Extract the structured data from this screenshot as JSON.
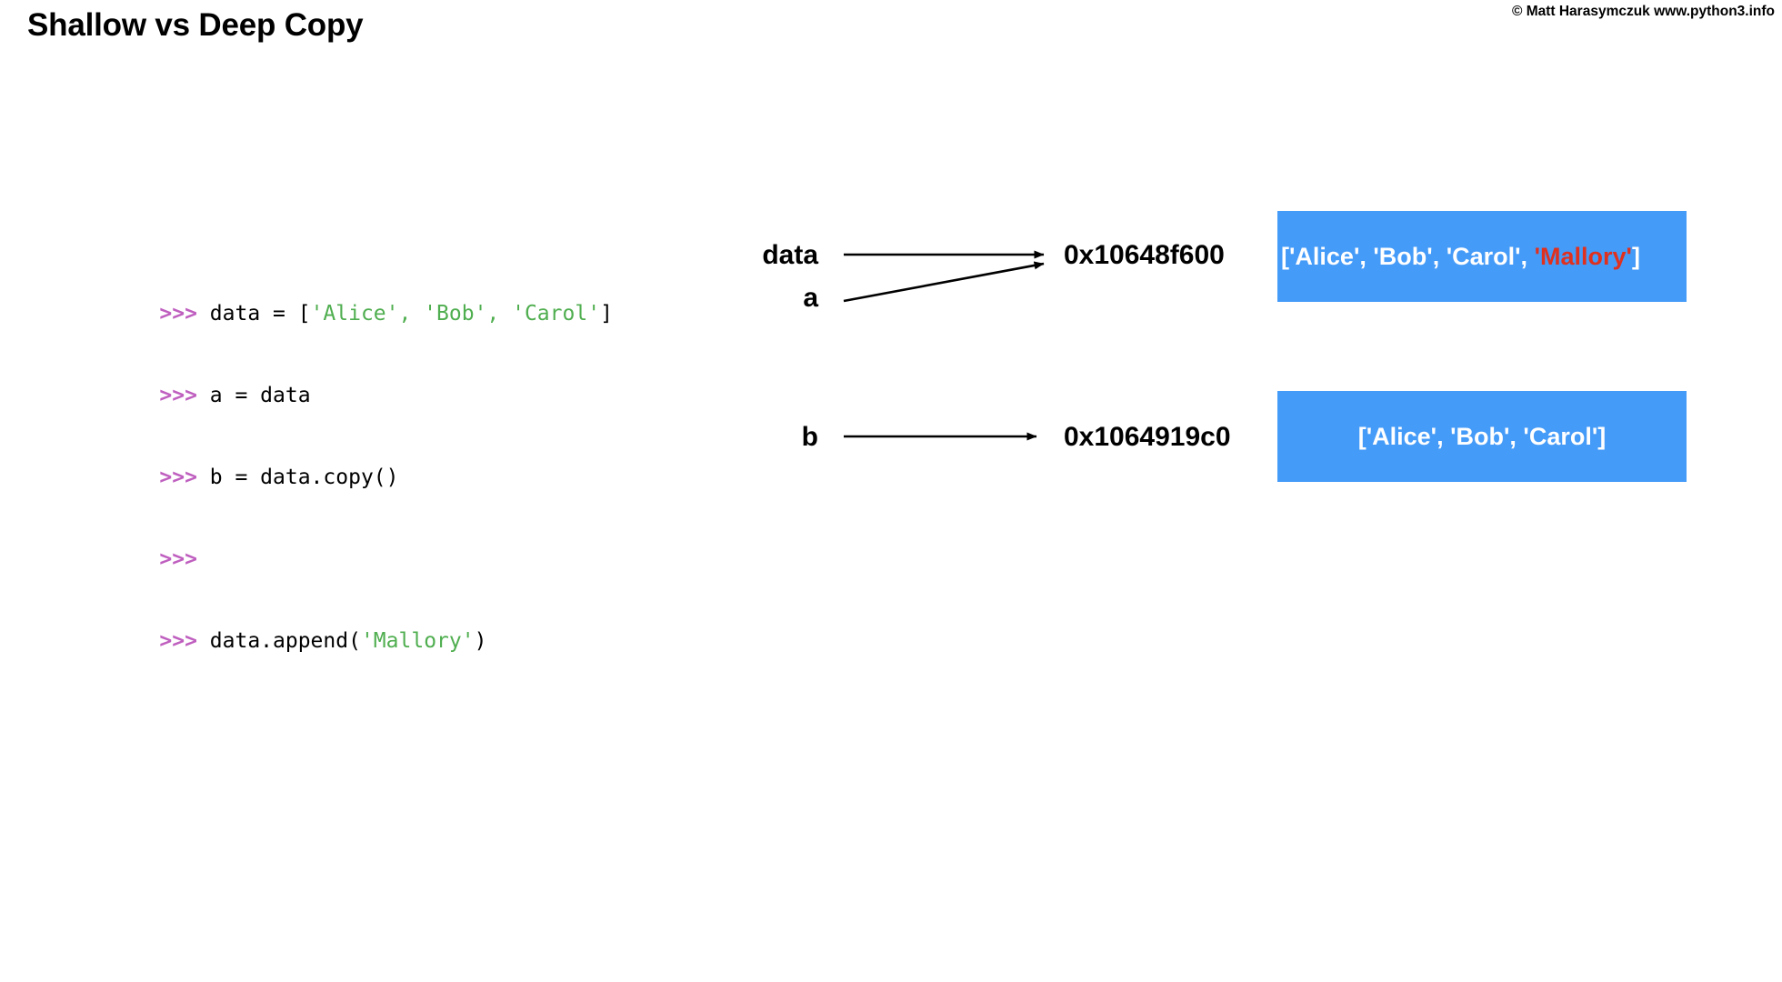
{
  "slide": {
    "title": "Shallow vs Deep Copy",
    "copyright": "© Matt Harasymczuk www.python3.info"
  },
  "code": {
    "language": "python-repl",
    "prompt": ">>> ",
    "lines": [
      {
        "prompt": ">>> ",
        "parts": [
          {
            "text": "data = [",
            "type": "plain"
          },
          {
            "text": "'Alice', 'Bob', 'Carol'",
            "type": "string"
          },
          {
            "text": "]",
            "type": "plain"
          }
        ]
      },
      {
        "prompt": ">>> ",
        "parts": [
          {
            "text": "a = data",
            "type": "plain"
          }
        ]
      },
      {
        "prompt": ">>> ",
        "parts": [
          {
            "text": "b = data.copy()",
            "type": "plain"
          }
        ]
      },
      {
        "prompt": ">>>",
        "parts": []
      },
      {
        "prompt": ">>> ",
        "parts": [
          {
            "text": "data.append(",
            "type": "plain"
          },
          {
            "text": "'Mallory'",
            "type": "string"
          },
          {
            "text": ")",
            "type": "plain"
          }
        ]
      }
    ]
  },
  "diagram": {
    "rows": [
      {
        "variables": [
          "data",
          "a"
        ],
        "address": "0x10648f600",
        "value_prefix": "['Alice', 'Bob', 'Carol', ",
        "value_highlight": "'Mallory'",
        "value_suffix": "]",
        "box_align": "left"
      },
      {
        "variables": [
          "b"
        ],
        "address": "0x1064919c0",
        "value_prefix": "['Alice', 'Bob', 'Carol']",
        "value_highlight": "",
        "value_suffix": "",
        "box_align": "center"
      }
    ]
  },
  "colors": {
    "box_blue": "#459bf8",
    "highlight_red": "#e0301e",
    "prompt_magenta": "#bf5fbf",
    "string_green": "#4fae4f",
    "text_black": "#000000",
    "background": "#ffffff"
  }
}
